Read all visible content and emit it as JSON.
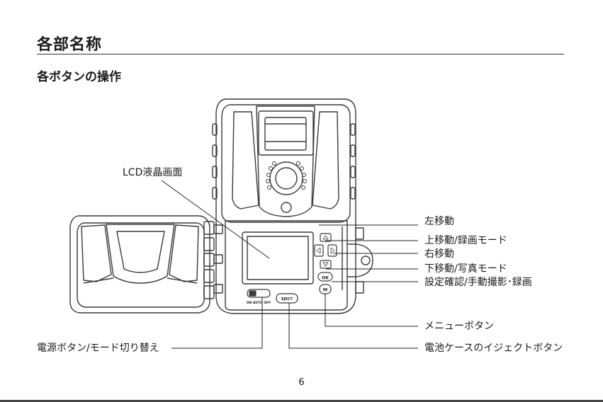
{
  "heading": "各部名称",
  "subheading": "各ボタンの操作",
  "device": {
    "btn_ok": "OK",
    "btn_m": "M",
    "btn_eject": "EJECT",
    "switch_label": "ON  AUTO  OFF"
  },
  "callouts": {
    "lcd": "LCD液晶画面",
    "left_move": "左移動",
    "up_move": "上移動/録画モード",
    "right_move": "右移動",
    "down_move": "下移動/写真モード",
    "ok_func": "設定確認/手動撮影･録画",
    "menu": "メニューボタン",
    "power": "電源ボタン/モード切り替え",
    "eject": "電池ケースのイジェクトボタン"
  },
  "page_number": "6"
}
